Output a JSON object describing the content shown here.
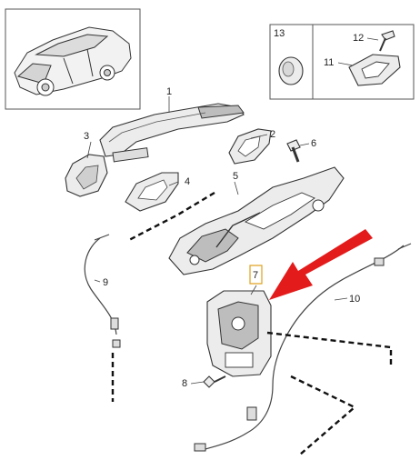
{
  "callouts": {
    "c1": "1",
    "c2": "2",
    "c3": "3",
    "c4": "4",
    "c5": "5",
    "c6": "6",
    "c7": "7",
    "c8": "8",
    "c9": "9",
    "c10": "10",
    "c11": "11",
    "c12": "12",
    "c13": "13"
  },
  "colors": {
    "arrow": "#e31b1b",
    "highlight_box": "#e0a01a"
  },
  "icons": {
    "car": "car-thumbnail-icon",
    "arrow": "red-pointer-arrow"
  }
}
